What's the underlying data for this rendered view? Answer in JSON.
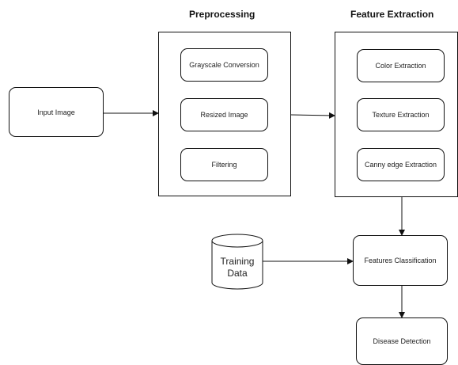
{
  "headings": {
    "preprocessing": "Preprocessing",
    "feature_extraction": "Feature Extraction"
  },
  "nodes": {
    "input_image": "Input Image",
    "grayscale_conversion": "Grayscale Conversion",
    "resized_image": "Resized Image",
    "filtering": "Filtering",
    "color_extraction": "Color Extraction",
    "texture_extraction": "Texture Extraction",
    "canny_edge_extraction": "Canny edge Extraction",
    "features_classification": "Features Classification",
    "disease_detection": "Disease Detection"
  },
  "datastore": {
    "training_data_line1": "Training",
    "training_data_line2": "Data"
  },
  "colors": {
    "stroke": "#111111",
    "background": "#ffffff"
  }
}
